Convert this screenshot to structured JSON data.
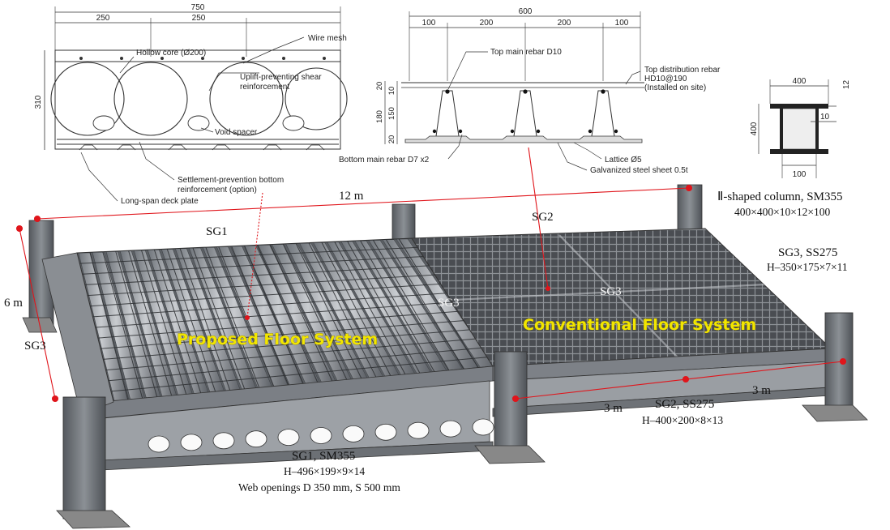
{
  "detail_left": {
    "dim_total": "750",
    "dim_a": "250",
    "dim_b": "250",
    "dim_height": "310",
    "label_wire_mesh": "Wire mesh",
    "label_hollow_core": "Hollow core (Ø200)",
    "label_uplift_1": "Uplift-preventing shear",
    "label_uplift_2": "reinforcement",
    "label_void_spacer": "Void spacer",
    "label_settlement_1": "Settlement-prevention bottom",
    "label_settlement_2": "reinforcement (option)",
    "label_deck_plate": "Long-span deck plate"
  },
  "detail_center": {
    "dim_total": "600",
    "dim_1": "100",
    "dim_2": "200",
    "dim_3": "200",
    "dim_4": "100",
    "dim_v_20_top": "20",
    "dim_v_10": "10",
    "dim_v_150": "150",
    "dim_v_180": "180",
    "dim_v_20_bot": "20",
    "label_top_main": "Top main rebar D10",
    "label_top_dist_1": "Top distribution rebar",
    "label_top_dist_2": "HD10@190",
    "label_top_dist_3": "(Installed on site)",
    "label_bottom_main": "Bottom main rebar D7 x2",
    "label_lattice": "Lattice Ø5",
    "label_galv": "Galvanized steel sheet 0.5t"
  },
  "detail_column": {
    "dim_width": "400",
    "dim_height": "400",
    "dim_flange": "12",
    "dim_web": "10",
    "dim_bottom": "100"
  },
  "main": {
    "span_12m": "12 m",
    "span_6m": "6 m",
    "span_3m_a": "3 m",
    "span_3m_b": "3 m",
    "sg1_top": "SG1",
    "sg2_top": "SG2",
    "sg3_left": "SG3",
    "sg3_mid": "SG3",
    "sg3_right": "SG3",
    "column_label_1": "Ⅱ-shaped column, SM355",
    "column_label_2": "400×400×10×12×100",
    "sg3_spec_1": "SG3, SS275",
    "sg3_spec_2": "H–350×175×7×11",
    "sg2_spec_1": "SG2, SS275",
    "sg2_spec_2": "H–400×200×8×13",
    "sg1_spec_1": "SG1, SM355",
    "sg1_spec_2": "H–496×199×9×14",
    "sg1_spec_3": "Web openings D 350 mm, S 500 mm",
    "proposed_title": "Proposed Floor System",
    "conventional_title": "Conventional Floor System"
  },
  "colors": {
    "accent_red": "#e0151b",
    "title_yellow": "#f2e600",
    "steel_gray": "#6e7277",
    "deck_gray": "#8d9196"
  }
}
